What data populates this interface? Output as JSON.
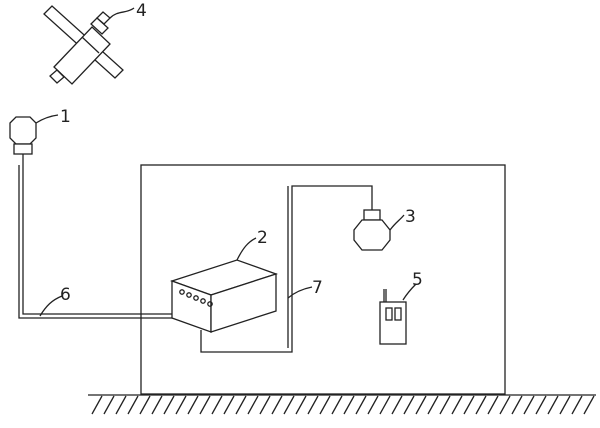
{
  "labels": {
    "sensor": "1",
    "control_box": "2",
    "lamp": "3",
    "rotating_device": "4",
    "handheld_device": "5",
    "cable_outside": "6",
    "cable_inside": "7"
  }
}
